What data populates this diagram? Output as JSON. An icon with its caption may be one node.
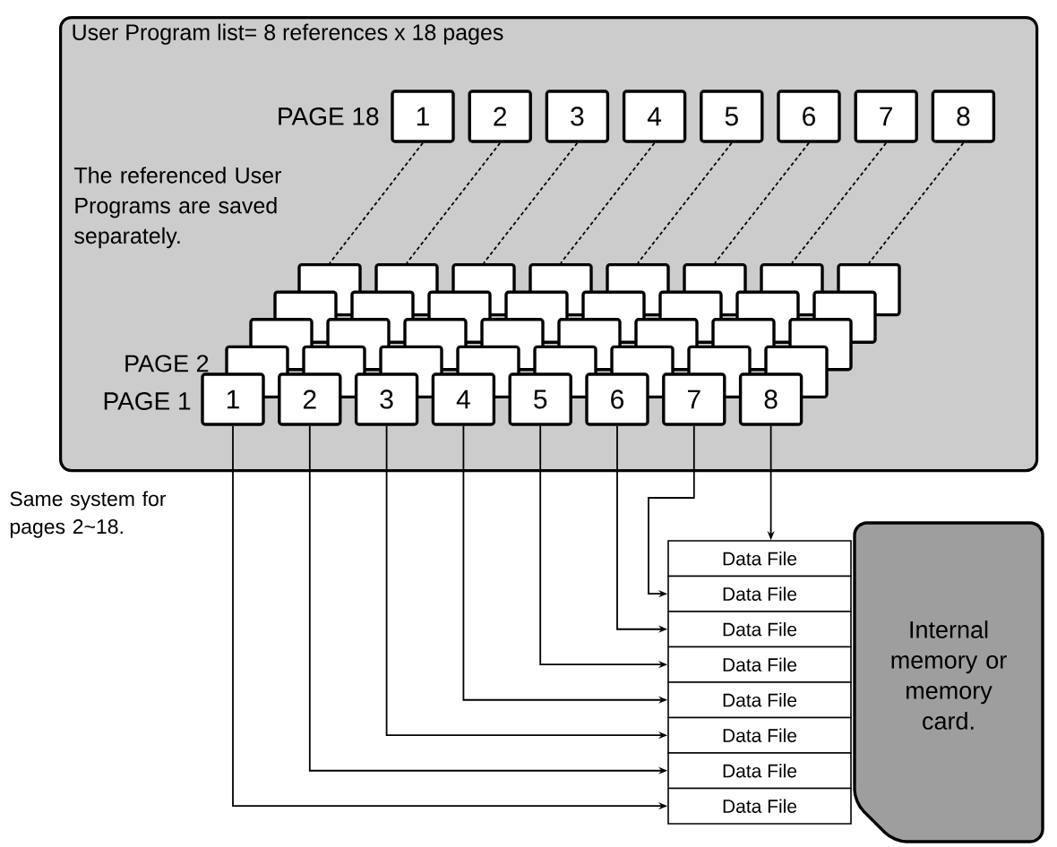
{
  "diagram": {
    "nodes": [
      {
        "text": [
          "User Program list= 8 references x 18 pages"
        ]
      },
      {
        "text": [
          "1"
        ],
        "in": 0
      },
      {
        "text": [
          "2"
        ],
        "in": 0
      },
      {
        "text": [
          "3"
        ],
        "in": 0
      },
      {
        "text": [
          "4"
        ],
        "in": 0
      },
      {
        "text": [
          "5"
        ],
        "in": 0
      },
      {
        "text": [
          "6"
        ],
        "in": 0
      },
      {
        "text": [
          "7"
        ],
        "in": 0
      },
      {
        "text": [
          "8"
        ],
        "in": 0
      },
      {
        "text": [],
        "shape": "box",
        "in": 0
      },
      {
        "text": [],
        "shape": "box",
        "in": 0
      },
      {
        "text": [],
        "shape": "box",
        "in": 0
      },
      {
        "text": [],
        "shape": "box",
        "in": 0
      },
      {
        "text": [],
        "shape": "box",
        "in": 0
      },
      {
        "text": [],
        "shape": "box",
        "in": 0
      },
      {
        "text": [],
        "shape": "box",
        "in": 0
      },
      {
        "text": [],
        "shape": "box",
        "in": 0
      },
      {
        "text": [],
        "shape": "box",
        "in": 0
      },
      {
        "text": [],
        "shape": "box",
        "in": 0
      },
      {
        "text": [],
        "shape": "box",
        "in": 0
      },
      {
        "text": [],
        "shape": "box",
        "in": 0
      },
      {
        "text": [],
        "shape": "box",
        "in": 0
      },
      {
        "text": [],
        "shape": "box",
        "in": 0
      },
      {
        "text": [],
        "shape": "box",
        "in": 0
      },
      {
        "text": [],
        "shape": "box",
        "in": 0
      },
      {
        "text": [],
        "shape": "box",
        "in": 0
      },
      {
        "text": [],
        "shape": "box",
        "in": 0
      },
      {
        "text": [],
        "shape": "box",
        "in": 0
      },
      {
        "text": [],
        "shape": "box",
        "in": 0
      },
      {
        "text": [],
        "shape": "box",
        "in": 0
      },
      {
        "text": [],
        "shape": "box",
        "in": 0
      },
      {
        "text": [],
        "shape": "box",
        "in": 0
      },
      {
        "text": [],
        "shape": "box",
        "in": 0
      },
      {
        "text": [],
        "shape": "box",
        "in": 0
      },
      {
        "text": [],
        "shape": "box",
        "in": 0
      },
      {
        "text": [],
        "shape": "box",
        "in": 0
      },
      {
        "text": [],
        "shape": "box",
        "in": 0
      },
      {
        "text": [],
        "shape": "box",
        "in": 0
      },
      {
        "text": [],
        "shape": "box",
        "in": 0
      },
      {
        "text": [],
        "shape": "box",
        "in": 0
      },
      {
        "text": [],
        "shape": "box",
        "in": 0
      },
      {
        "text": [
          "1"
        ],
        "in": 0
      },
      {
        "text": [
          "2"
        ],
        "in": 0
      },
      {
        "text": [
          "3"
        ],
        "in": 0
      },
      {
        "text": [
          "4"
        ],
        "in": 0
      },
      {
        "text": [
          "5"
        ],
        "in": 0
      },
      {
        "text": [
          "6"
        ],
        "in": 0
      },
      {
        "text": [
          "7"
        ],
        "in": 0
      },
      {
        "text": [
          "8"
        ],
        "in": 0
      },
      {
        "text": [
          "Data File"
        ]
      },
      {
        "text": [
          "Data File"
        ]
      },
      {
        "text": [
          "Data File"
        ]
      },
      {
        "text": [
          "Data File"
        ]
      },
      {
        "text": [
          "Data File"
        ]
      },
      {
        "text": [
          "Data File"
        ]
      },
      {
        "text": [
          "Data File"
        ]
      },
      {
        "text": [
          "Data File"
        ]
      },
      {
        "text": [
          "Internal memory or memory card."
        ]
      }
    ],
    "edges": [
      {
        "from": 1,
        "to": 9,
        "arrow": "none",
        "style": "dashed"
      },
      {
        "from": 2,
        "to": 10,
        "arrow": "none",
        "style": "dashed"
      },
      {
        "from": 3,
        "to": 11,
        "arrow": "none",
        "style": "dashed"
      },
      {
        "from": 4,
        "to": 12,
        "arrow": "none",
        "style": "dashed"
      },
      {
        "from": 5,
        "to": 13,
        "arrow": "none",
        "style": "dashed"
      },
      {
        "from": 6,
        "to": 14,
        "arrow": "none",
        "style": "dashed"
      },
      {
        "from": 7,
        "to": 15,
        "arrow": "none",
        "style": "dashed"
      },
      {
        "from": 8,
        "to": 16,
        "arrow": "none",
        "style": "dashed"
      },
      {
        "from": 41,
        "to": 56,
        "arrow": "to"
      },
      {
        "from": 42,
        "to": 55,
        "arrow": "to"
      },
      {
        "from": 43,
        "to": 54,
        "arrow": "to"
      },
      {
        "from": 44,
        "to": 53,
        "arrow": "to"
      },
      {
        "from": 45,
        "to": 52,
        "arrow": "to"
      },
      {
        "from": 46,
        "to": 51,
        "arrow": "to"
      },
      {
        "from": 47,
        "to": 50,
        "arrow": "to"
      },
      {
        "from": 48,
        "to": 49,
        "arrow": "to"
      }
    ],
    "labels": [
      "PAGE 18",
      "The referenced User Programs are saved separately.",
      "PAGE 2",
      "PAGE 1",
      "Same system for pages 2~18."
    ]
  }
}
